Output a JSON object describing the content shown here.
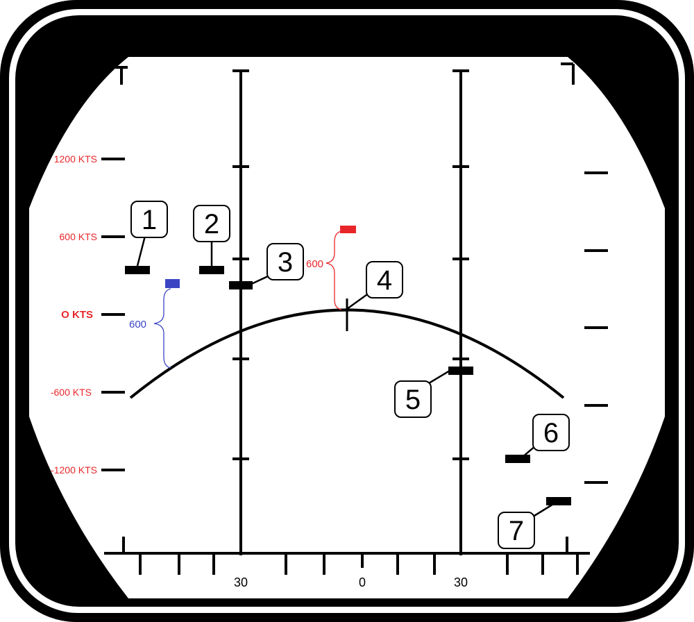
{
  "speed_scale": {
    "labels": [
      "1200 KTS",
      "600 KTS",
      "O KTS",
      "-600 KTS",
      "-1200 KTS"
    ],
    "label_color": "#e8262a"
  },
  "bottom_scale": {
    "left_label": "30",
    "center_label": "0",
    "right_label": "30"
  },
  "callouts": [
    "1",
    "2",
    "3",
    "4",
    "5",
    "6",
    "7"
  ],
  "annotations": {
    "blue_offset": "600",
    "blue_color": "#3b45c4",
    "red_offset": "600",
    "red_color": "#e8262a"
  },
  "frame_color": "#000000"
}
